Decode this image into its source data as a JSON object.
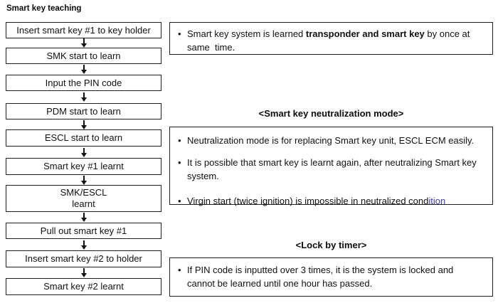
{
  "page": {
    "title": "Smart key teaching"
  },
  "flow": {
    "steps": [
      {
        "label": "Insert smart key #1 to key holder"
      },
      {
        "label": "SMK start to learn"
      },
      {
        "label": "Input the PIN code"
      },
      {
        "label": "PDM start to learn"
      },
      {
        "label": "ESCL start to learn"
      },
      {
        "label": "Smart key #1 learnt"
      },
      {
        "label": "SMK/ESCL\nlearnt"
      },
      {
        "label": "Pull out smart key #1"
      },
      {
        "label": "Insert smart key #2 to holder"
      },
      {
        "label": "Smart key #2 learnt"
      }
    ]
  },
  "notes": {
    "learned": {
      "bullet": {
        "pre": "Smart key system is learned ",
        "bold": "transponder and smart key",
        "post": " by once at\nsame  time."
      }
    },
    "neutralization": {
      "heading": "<Smart key neutralization mode>",
      "bullets": [
        {
          "text": "Neutralization mode is for replacing Smart key unit, ESCL ECM easily."
        },
        {
          "text": "It is possible that smart key is learnt again, after neutralizing Smart key\nsystem."
        },
        {
          "pre": "Virgin start (twice ignition) is impossible in neutralized cond",
          "highlighted": "ition"
        }
      ]
    },
    "lock_by_timer": {
      "heading": "<Lock by timer>",
      "bullet": "If PIN code is inputted over 3 times, it is the system is locked and\ncannot be learned until one hour has passed."
    }
  },
  "icons": {
    "flow_arrow_icon": "↓"
  },
  "colors": {
    "background": "#ffffff",
    "text": "#111111",
    "box_border": "#1f1f1f",
    "highlighted_text": "#3f3f9f"
  }
}
